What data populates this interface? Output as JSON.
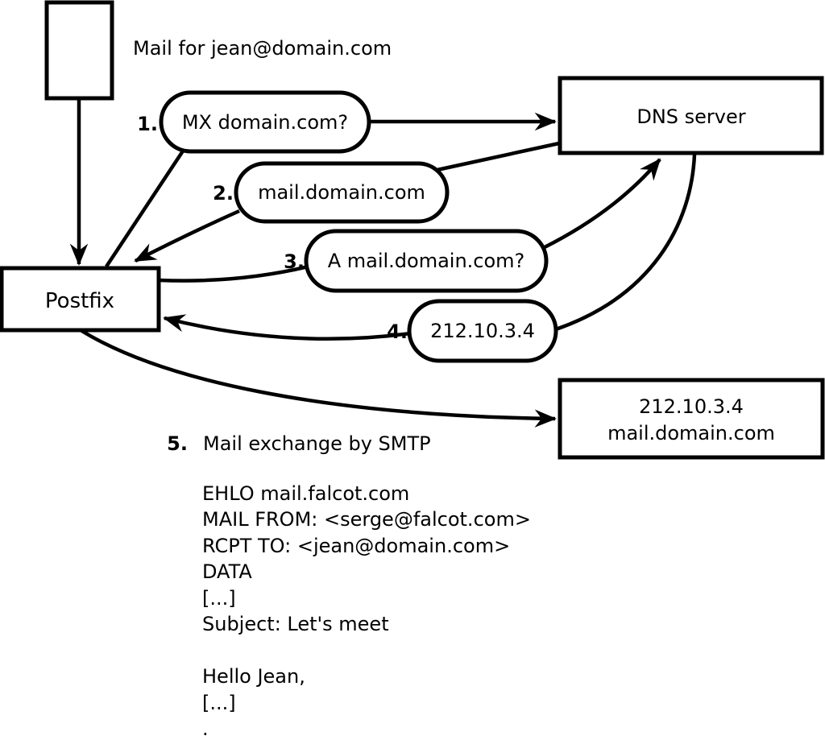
{
  "colors": {
    "ink": "#000000",
    "paper": "#ffffff"
  },
  "diagram": {
    "title_note": "Mail for jean@domain.com",
    "postfix_label": "Postfix",
    "dns_label": "DNS server",
    "mail_server": {
      "line1": "212.10.3.4",
      "line2": "mail.domain.com"
    },
    "steps": [
      {
        "num": "1.",
        "label": "MX domain.com?"
      },
      {
        "num": "2.",
        "label": "mail.domain.com"
      },
      {
        "num": "3.",
        "label": "A mail.domain.com?"
      },
      {
        "num": "4.",
        "label": "212.10.3.4"
      },
      {
        "num": "5.",
        "label": "Mail exchange by SMTP"
      }
    ],
    "smtp_session": [
      "EHLO mail.falcot.com",
      "MAIL FROM: <serge@falcot.com>",
      "RCPT TO: <jean@domain.com>",
      "DATA",
      "[...]",
      "Subject: Let's meet",
      "Hello Jean,",
      "[...]",
      "."
    ]
  }
}
